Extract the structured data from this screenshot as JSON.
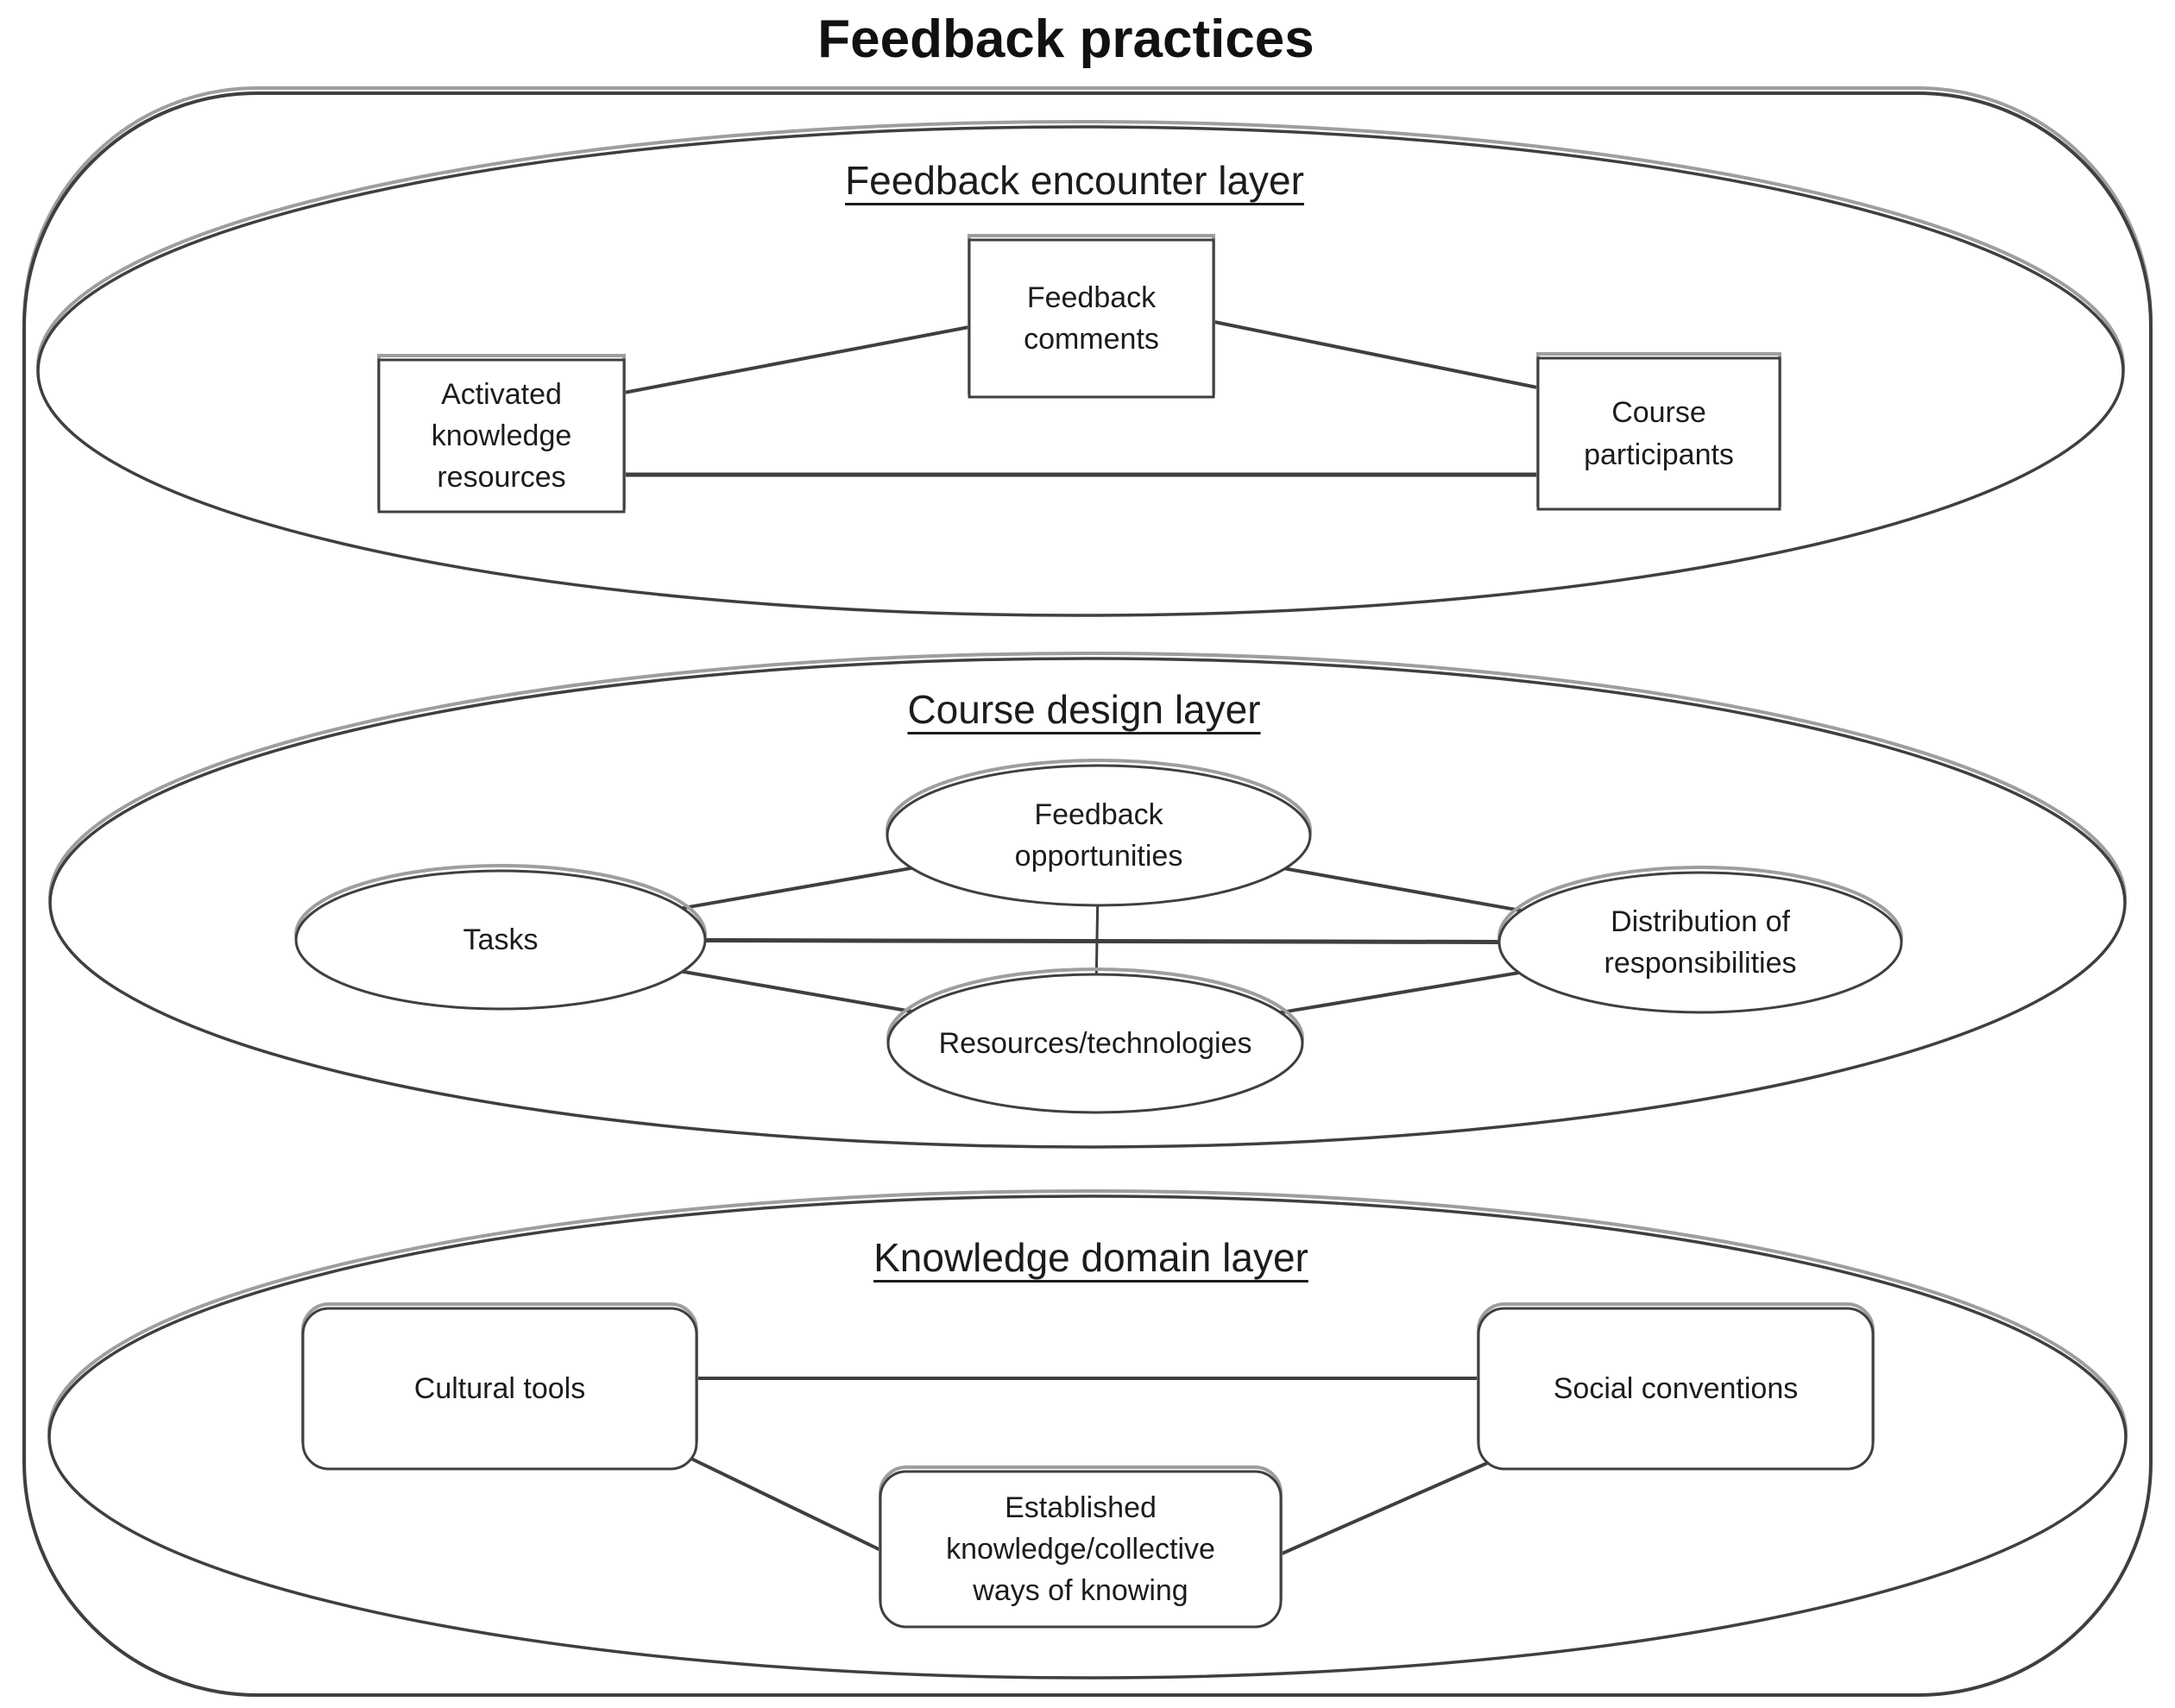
{
  "title": "Feedback practices",
  "colors": {
    "background": "#ffffff",
    "stroke": "#3f3f3f",
    "shadow": "#9e9e9e",
    "text": "#1c1c1c"
  },
  "layers": [
    {
      "label": "Feedback encounter layer",
      "nodes": [
        {
          "label": "Feedback comments"
        },
        {
          "label": "Activated knowledge resources"
        },
        {
          "label": "Course participants"
        }
      ],
      "edges": [
        [
          "Activated knowledge resources",
          "Feedback comments"
        ],
        [
          "Feedback comments",
          "Course participants"
        ],
        [
          "Activated knowledge resources",
          "Course participants"
        ]
      ]
    },
    {
      "label": "Course design layer",
      "nodes": [
        {
          "label": "Feedback opportunities"
        },
        {
          "label": "Tasks"
        },
        {
          "label": "Distribution of responsibilities"
        },
        {
          "label": "Resources/technologies"
        }
      ],
      "edges": [
        [
          "Tasks",
          "Feedback opportunities"
        ],
        [
          "Feedback opportunities",
          "Distribution of responsibilities"
        ],
        [
          "Tasks",
          "Distribution of responsibilities"
        ],
        [
          "Tasks",
          "Resources/technologies"
        ],
        [
          "Resources/technologies",
          "Distribution of responsibilities"
        ],
        [
          "Feedback opportunities",
          "Resources/technologies"
        ]
      ]
    },
    {
      "label": "Knowledge domain layer",
      "nodes": [
        {
          "label": "Cultural tools"
        },
        {
          "label": "Social conventions"
        },
        {
          "label": "Established knowledge/collective ways of knowing"
        }
      ],
      "edges": [
        [
          "Cultural tools",
          "Social conventions"
        ],
        [
          "Cultural tools",
          "Established knowledge/collective ways of knowing"
        ],
        [
          "Established knowledge/collective ways of knowing",
          "Social conventions"
        ]
      ]
    }
  ]
}
